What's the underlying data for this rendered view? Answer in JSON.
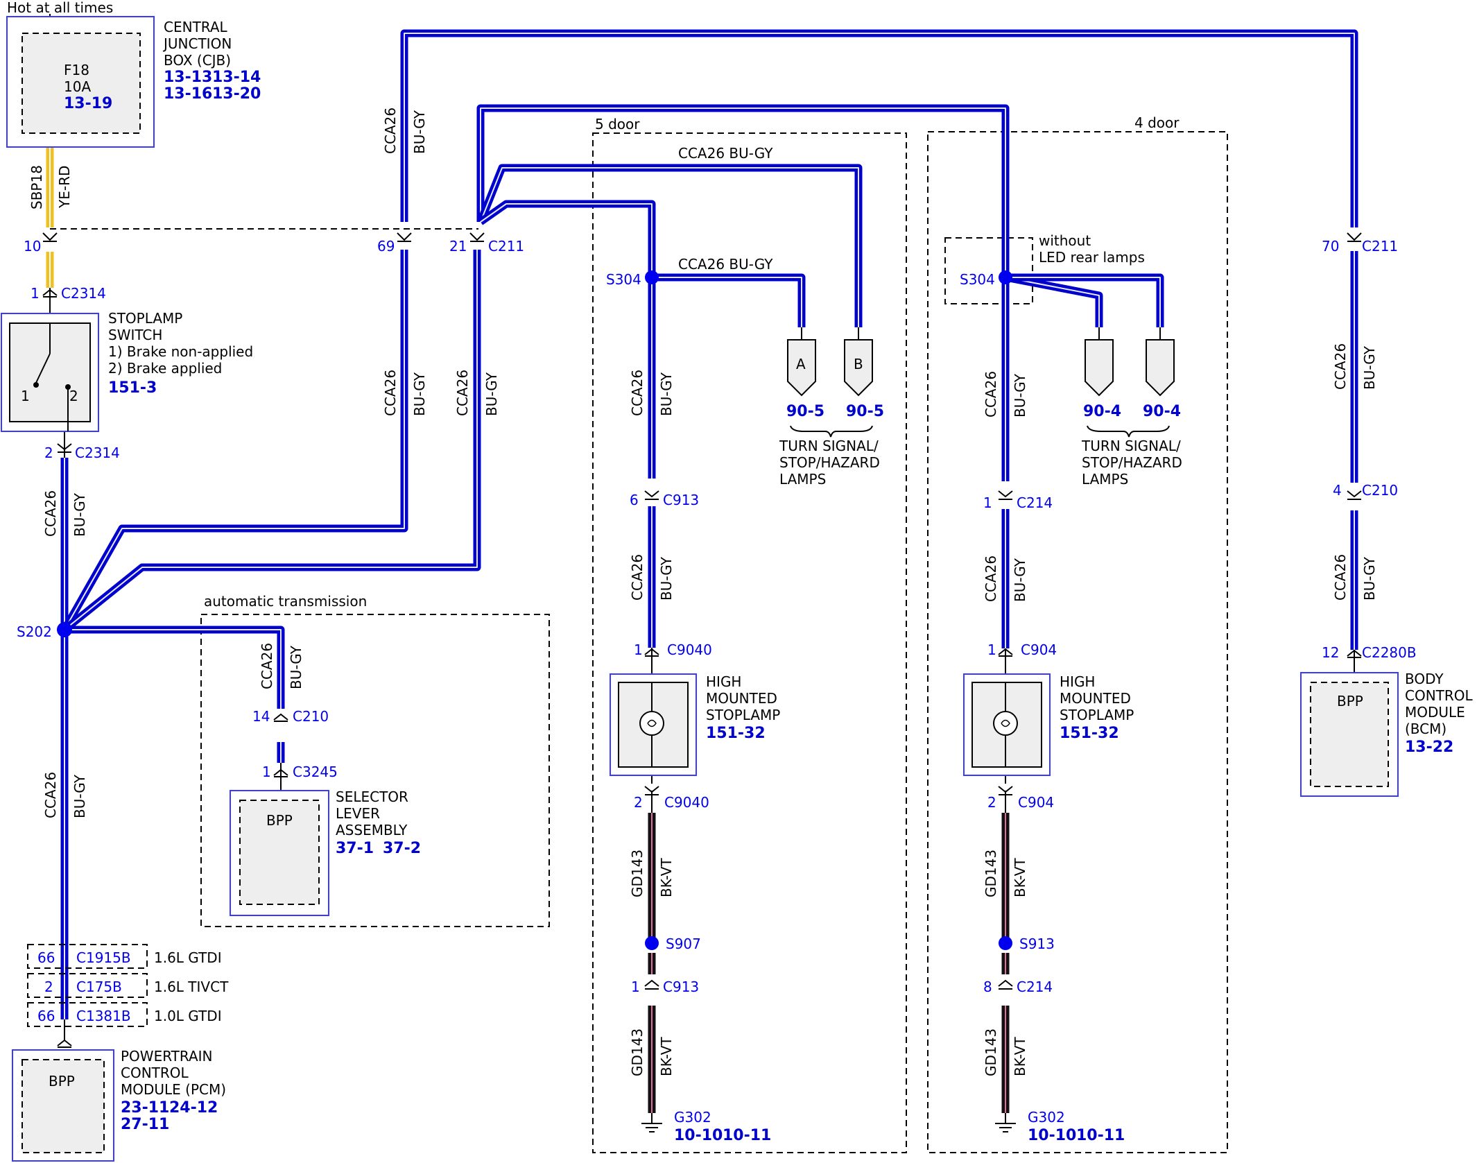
{
  "power": {
    "label": "Hot at all times"
  },
  "cjb": {
    "title": [
      "CENTRAL",
      "JUNCTION",
      "BOX (CJB)"
    ],
    "refs": [
      "13-13",
      "13-14",
      "13-16",
      "13-20"
    ],
    "fuse": {
      "name": "F18",
      "rating": "10A",
      "ref": "13-19"
    }
  },
  "wire_labels": {
    "sbp": "SBP18",
    "yerd": "YE-RD",
    "cca": "CCA26",
    "bugy": "BU-GY",
    "gd": "GD143",
    "bkvt": "BK-VT",
    "cca_bugy": "CCA26  BU-GY"
  },
  "stoplamp_switch": {
    "title": [
      "STOPLAMP",
      "SWITCH",
      "1) Brake non-applied",
      "2) Brake applied"
    ],
    "ref": "151-3",
    "pin1": "1",
    "pin2": "2"
  },
  "connectors": {
    "c10": "10",
    "c2314_1": "1",
    "c2314_1n": "C2314",
    "c2314_2": "2",
    "c2314_2n": "C2314",
    "c211_69": "69",
    "c211_21": "21",
    "c211_n": "C211",
    "c211_70": "70",
    "c211_70n": "C211",
    "c210_4": "4",
    "c210_4n": "C210",
    "c2280b": "12",
    "c2280bn": "C2280B",
    "c210_14": "14",
    "c210_14n": "C210",
    "c3245": "1",
    "c3245n": "C3245",
    "c913_6": "6",
    "c913_6n": "C913",
    "c9040_1": "1",
    "c9040_1n": "C9040",
    "c9040_2": "2",
    "c9040_2n": "C9040",
    "c913_1": "1",
    "c913_1n": "C913",
    "c214_1": "1",
    "c214_1n": "C214",
    "c904_1": "1",
    "c904_1n": "C904",
    "c904_2": "2",
    "c904_2n": "C904",
    "c214_8": "8",
    "c214_8n": "C214",
    "c1915b": "66",
    "c1915bn": "C1915B",
    "c1915b_var": "1.6L GTDI",
    "c175b": "2",
    "c175bn": "C175B",
    "c175b_var": "1.6L TIVCT",
    "c1381b": "66",
    "c1381bn": "C1381B",
    "c1381b_var": "1.0L GTDI"
  },
  "splices": {
    "s202": "S202",
    "s304a": "S304",
    "s304b": "S304",
    "s907": "S907",
    "s913": "S913"
  },
  "groups": {
    "auto": "automatic transmission",
    "five": "5 door",
    "four": "4 door",
    "without": [
      "without",
      "LED rear lamps"
    ]
  },
  "lamps5": {
    "a": "A",
    "b": "B",
    "ref_a": "90-5",
    "ref_b": "90-5",
    "title": [
      "TURN SIGNAL/",
      "STOP/HAZARD",
      "LAMPS"
    ]
  },
  "lamps4": {
    "ref_a": "90-4",
    "ref_b": "90-4",
    "title": [
      "TURN SIGNAL/",
      "STOP/HAZARD",
      "LAMPS"
    ]
  },
  "hms5": {
    "title": [
      "HIGH",
      "MOUNTED",
      "STOPLAMP"
    ],
    "ref": "151-32"
  },
  "hms4": {
    "title": [
      "HIGH",
      "MOUNTED",
      "STOPLAMP"
    ],
    "ref": "151-32"
  },
  "ground5": {
    "name": "G302",
    "refs": [
      "10-10",
      "10-11"
    ]
  },
  "ground4": {
    "name": "G302",
    "refs": [
      "10-10",
      "10-11"
    ]
  },
  "selector": {
    "bpp": "BPP",
    "title": [
      "SELECTOR",
      "LEVER",
      "ASSEMBLY"
    ],
    "refs": [
      "37-1",
      "37-2"
    ]
  },
  "bcm": {
    "bpp": "BPP",
    "title": [
      "BODY",
      "CONTROL",
      "MODULE",
      "(BCM)"
    ],
    "ref": "13-22"
  },
  "pcm": {
    "bpp": "BPP",
    "title": [
      "POWERTRAIN",
      "CONTROL",
      "MODULE (PCM)"
    ],
    "refs": [
      "23-11",
      "24-12",
      "27-11"
    ]
  }
}
